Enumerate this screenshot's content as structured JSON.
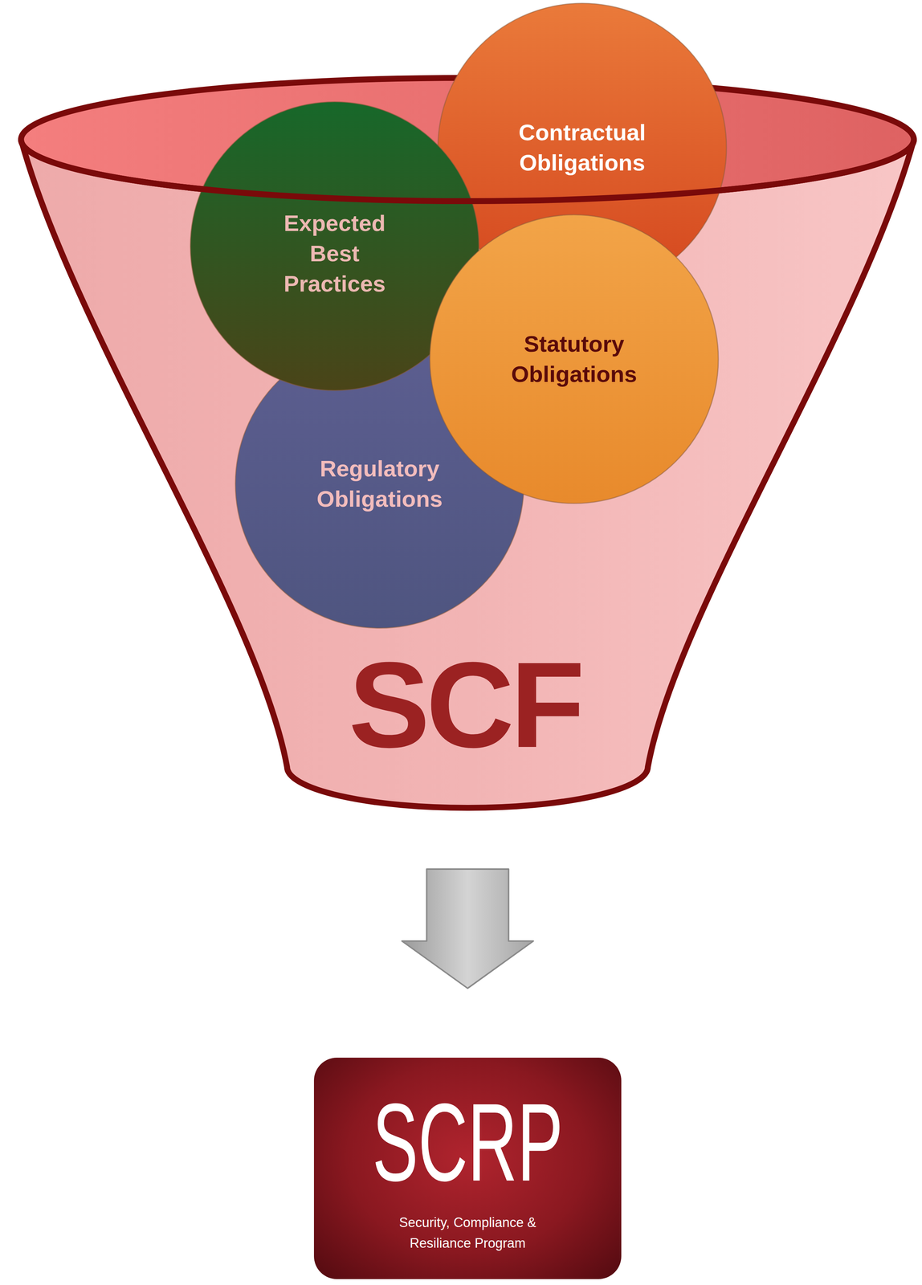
{
  "diagram": {
    "nodes": [
      {
        "text": [
          "SCF"
        ]
      },
      {
        "text": [
          "Contractual Obligations"
        ],
        "in": 0
      },
      {
        "text": [
          "Expected Best Practices"
        ],
        "in": 0
      },
      {
        "text": [
          "Statutory Obligations"
        ],
        "in": 0
      },
      {
        "text": [
          "Regulatory Obligations"
        ],
        "in": 0
      },
      {
        "text": [
          "SCRP",
          "Security, Compliance & Resiliance Program"
        ]
      }
    ],
    "edges": [
      {
        "from": 0,
        "to": 5,
        "arrow": "to"
      }
    ]
  }
}
